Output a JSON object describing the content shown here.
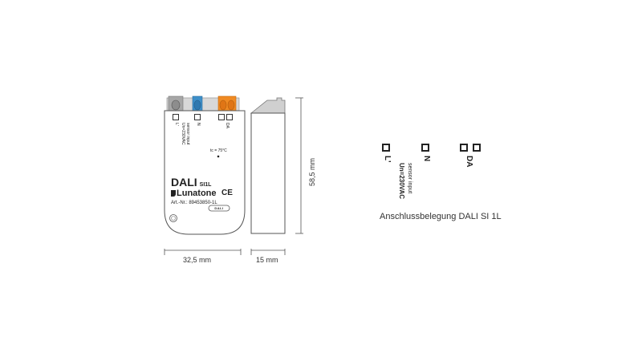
{
  "device": {
    "terminals": {
      "l_label": "L'",
      "n_label": "N",
      "da_label": "DA"
    },
    "sensor_input_label": "sensor input",
    "voltage_label": "Un=230VAC",
    "temperature_label": "tc = 75°C",
    "product_name": "DALI",
    "product_variant": "SI1L",
    "brand": "Lunatone",
    "ce_mark": "CE",
    "article_number": "Art.-Nr.: 89453850-1L",
    "dali_logo": "DALI"
  },
  "dimensions": {
    "width": "32,5 mm",
    "depth": "15 mm",
    "height": "58,5 mm"
  },
  "pinout": {
    "l_label": "L'",
    "n_label": "N",
    "da_label": "DA",
    "sensor_input_label": "sensor input",
    "voltage_label": "Un=230VAC",
    "caption": "Anschlussbelegung DALI SI 1L"
  },
  "colors": {
    "terminal_grey": "#a7a7a7",
    "terminal_blue": "#3d8fc9",
    "terminal_orange": "#f08a23",
    "outline": "#555555"
  }
}
